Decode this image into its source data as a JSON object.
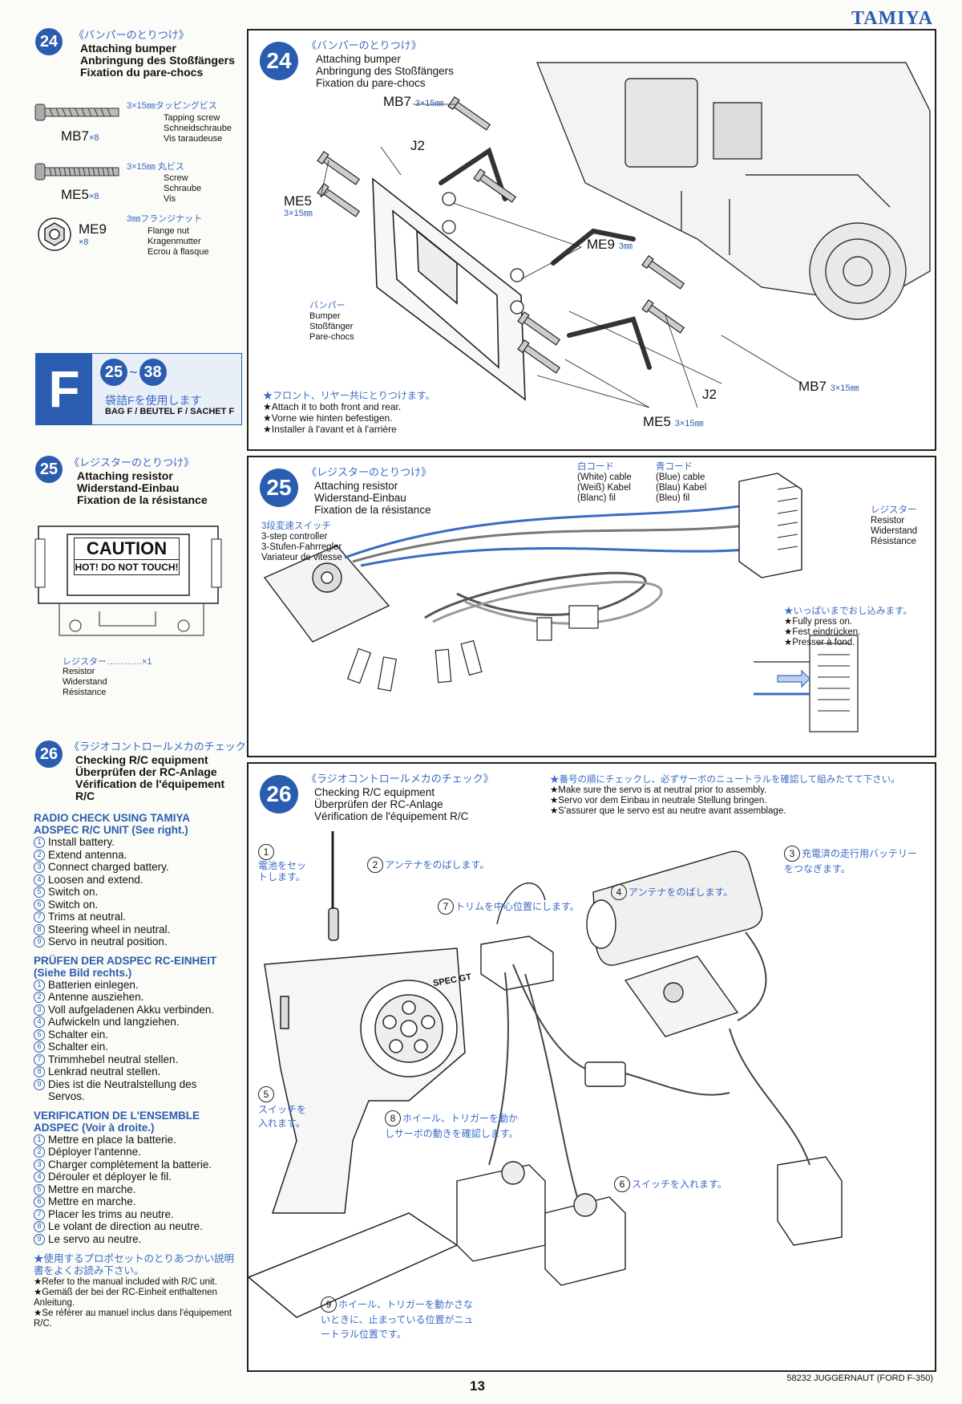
{
  "header": {
    "brand": "TAMIYA"
  },
  "footer": {
    "page_number": "13",
    "model": "58232 JUGGERNAUT (FORD F-350)"
  },
  "step24": {
    "num": "24",
    "jp": "《バンパーのとりつけ》",
    "en": "Attaching bumper",
    "de": "Anbringung des Stoßfängers",
    "fr": "Fixation du pare-chocs",
    "parts": [
      {
        "code": "MB7",
        "qty": "×8",
        "size_jp": "3×15㎜タッピングビス",
        "en": "Tapping screw",
        "de": "Schneidschraube",
        "fr": "Vis taraudeuse"
      },
      {
        "code": "ME5",
        "qty": "×8",
        "size_jp": "3×15㎜ 丸ビス",
        "en": "Screw",
        "de": "Schraube",
        "fr": "Vis"
      },
      {
        "code": "ME9",
        "qty": "×8",
        "size_jp": "3㎜フランジナット",
        "en": "Flange nut",
        "de": "Kragenmutter",
        "fr": "Ecrou à flasque"
      }
    ],
    "diagram": {
      "mb7_top": "MB7",
      "mb7_top_size": "3×15㎜",
      "j2_top": "J2",
      "me5_left": "ME5",
      "me5_left_size": "3×15㎜",
      "me9": "ME9",
      "me9_size": "3㎜",
      "bumper_jp": "バンパー",
      "bumper_en": "Bumper",
      "bumper_de": "Stoßfänger",
      "bumper_fr": "Pare-chocs",
      "j2_bottom": "J2",
      "mb7_bottom": "MB7",
      "mb7_bottom_size": "3×15㎜",
      "me5_bottom": "ME5",
      "me5_bottom_size": "3×15㎜",
      "note_jp": "★フロント、リヤー共にとりつけます。",
      "note_en": "★Attach it to both front and rear.",
      "note_de": "★Vorne wie hinten befestigen.",
      "note_fr": "★Installer à l'avant et à l'arrière"
    }
  },
  "bagF": {
    "letter": "F",
    "range_from": "25",
    "range_sep": "~",
    "range_to": "38",
    "jp": "袋詰Fを使用します",
    "text": "BAG F / BEUTEL F / SACHET F"
  },
  "step25": {
    "num": "25",
    "jp": "《レジスターのとりつけ》",
    "en": "Attaching resistor",
    "de": "Widerstand-Einbau",
    "fr": "Fixation de la résistance",
    "caution": "CAUTION",
    "caution_sub": "HOT! DO NOT TOUCH!",
    "part_jp": "レジスター…………×1",
    "part_en": "Resistor",
    "part_de": "Widerstand",
    "part_fr": "Résistance",
    "diagram": {
      "white_jp": "白コード",
      "white_en": "(White) cable",
      "white_de": "(Weiß) Kabel",
      "white_fr": "(Blanc) fil",
      "blue_jp": "青コード",
      "blue_en": "(Blue) cable",
      "blue_de": "(Blau) Kabel",
      "blue_fr": "(Bleu) fil",
      "ctrl_jp": "3段変速スイッチ",
      "ctrl_en": "3-step controller",
      "ctrl_de": "3-Stufen-Fahrregler",
      "ctrl_fr": "Variateur de vitesse",
      "res_jp": "レジスター",
      "res_en": "Resistor",
      "res_de": "Widerstand",
      "res_fr": "Résistance",
      "press_jp": "★いっぱいまでおし込みます。",
      "press_en": "★Fully press on.",
      "press_de": "★Fest eindrücken.",
      "press_fr": "★Presser à fond."
    }
  },
  "step26": {
    "num": "26",
    "jp": "《ラジオコントロールメカのチェック》",
    "en": "Checking R/C equipment",
    "de": "Überprüfen der RC-Anlage",
    "fr": "Vérification de l'équipement R/C",
    "sections": [
      {
        "title": "RADIO CHECK USING TAMIYA ADSPEC R/C UNIT (See right.)",
        "items": [
          "Install battery.",
          "Extend antenna.",
          "Connect charged battery.",
          "Loosen and extend.",
          "Switch on.",
          "Switch on.",
          "Trims at neutral.",
          "Steering wheel in neutral.",
          "Servo in neutral position."
        ]
      },
      {
        "title": "PRÜFEN DER ADSPEC RC-EINHEIT (Siehe Bild rechts.)",
        "items": [
          "Batterien einlegen.",
          "Antenne ausziehen.",
          "Voll aufgeladenen Akku verbinden.",
          "Aufwickeln und langziehen.",
          "Schalter ein.",
          "Schalter ein.",
          "Trimmhebel neutral stellen.",
          "Lenkrad neutral stellen.",
          "Dies ist die Neutralstellung des Servos."
        ]
      },
      {
        "title": "VERIFICATION DE L'ENSEMBLE ADSPEC (Voir à droite.)",
        "items": [
          "Mettre en place la batterie.",
          "Déployer l'antenne.",
          "Charger complètement la batterie.",
          "Dérouler et déployer le fil.",
          "Mettre en marche.",
          "Mettre en marche.",
          "Placer les trims au neutre.",
          "Le volant de direction au neutre.",
          "Le servo au neutre."
        ]
      }
    ],
    "manual_jp": "★使用するプロポセットのとりあつかい説明書をよくお読み下さい。",
    "manual_en": "★Refer to the manual included with R/C unit.",
    "manual_de": "★Gemäß der bei der RC-Einheit enthaltenen Anleitung.",
    "manual_fr": "★Se référer au manuel inclus dans l'équipement R/C.",
    "diagram": {
      "neutral_jp": "★番号の順にチェックし、必ずサーボのニュートラルを確認して組みたてて下さい。",
      "neutral_en": "★Make sure the servo is at neutral prior to assembly.",
      "neutral_de": "★Servo vor dem Einbau in neutrale Stellung bringen.",
      "neutral_fr": "★S'assurer que le servo est au neutre avant assemblage.",
      "c1": "電池をセットします。",
      "c2": "アンテナをのばします。",
      "c3": "充電済の走行用バッテリーをつなぎます。",
      "c4": "アンテナをのばします。",
      "c5": "スイッチを入れます。",
      "c6": "スイッチを入れます。",
      "c7": "トリムを中心位置にします。",
      "c8": "ホイール、トリガーを動かしサーボの動きを確認します。",
      "c9": "ホイール、トリガーを動かさないときに、止まっている位置がニュートラル位置です。",
      "tx_brand": "SPEC GT"
    }
  }
}
